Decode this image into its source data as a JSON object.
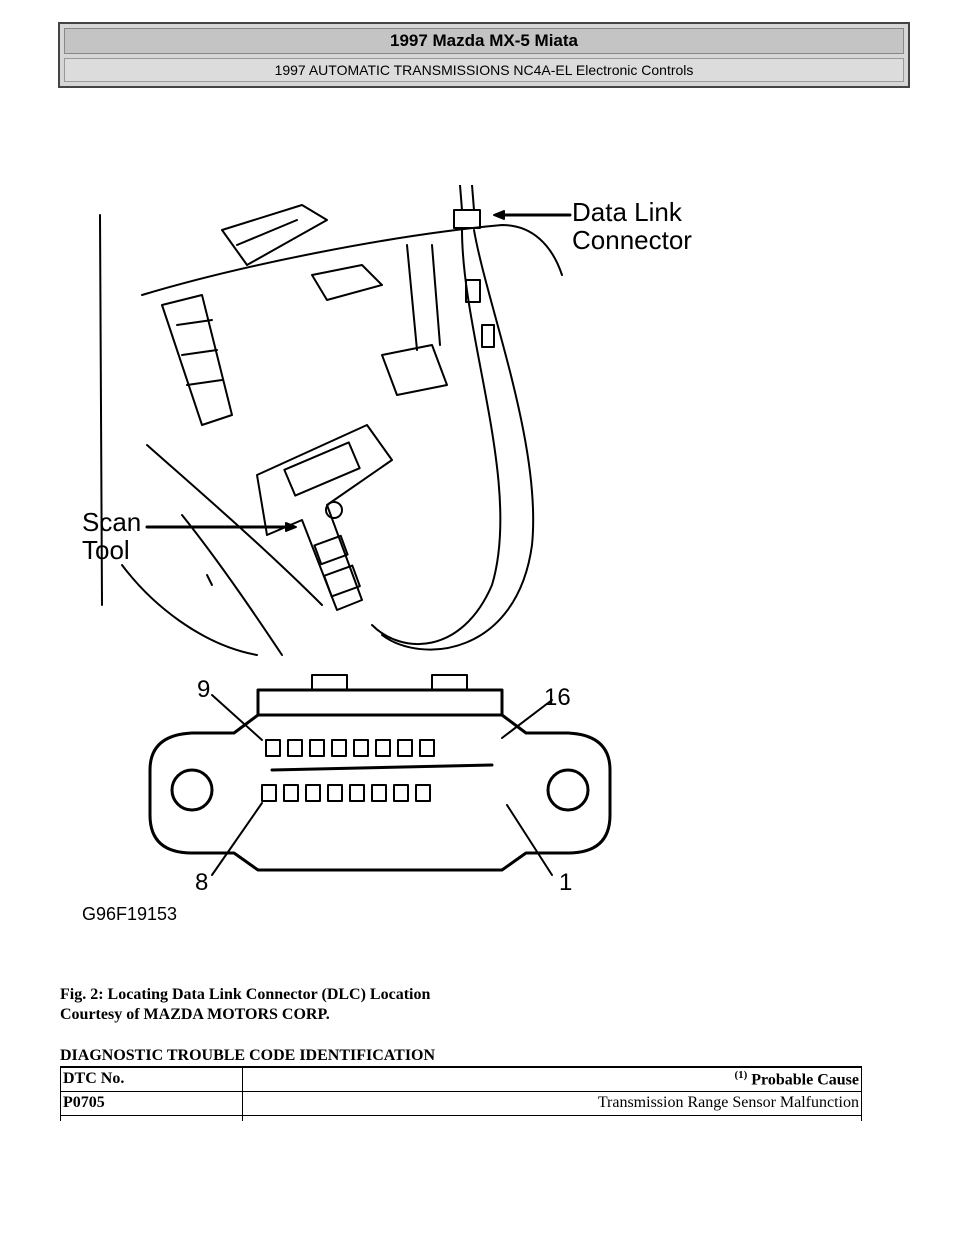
{
  "header": {
    "title": "1997 Mazda MX-5 Miata",
    "subtitle": "1997 AUTOMATIC TRANSMISSIONS NC4A-EL Electronic Controls"
  },
  "figure": {
    "label_dlc_line1": "Data Link",
    "label_dlc_line2": "Connector",
    "label_scan_line1": "Scan",
    "label_scan_line2": "Tool",
    "pin_9": "9",
    "pin_16": "16",
    "pin_8": "8",
    "pin_1": "1",
    "figure_id": "G96F19153"
  },
  "caption": {
    "line1": "Fig. 2: Locating Data Link Connector (DLC) Location",
    "line2": "Courtesy of MAZDA MOTORS CORP."
  },
  "section_title": "DIAGNOSTIC TROUBLE CODE IDENTIFICATION",
  "dtc_table": {
    "col1_header": "DTC No.",
    "col2_header_sup": "(1)",
    "col2_header": " Probable Cause",
    "rows": [
      {
        "code": "P0705",
        "cause": "Transmission Range Sensor Malfunction"
      }
    ]
  }
}
